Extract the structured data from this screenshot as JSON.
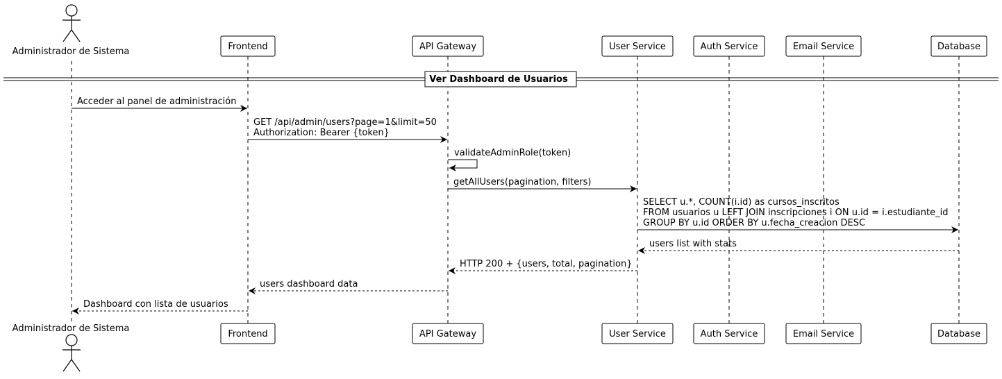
{
  "participants": [
    {
      "id": "admin",
      "label": "Administrador de Sistema",
      "kind": "actor"
    },
    {
      "id": "frontend",
      "label": "Frontend",
      "kind": "participant"
    },
    {
      "id": "gateway",
      "label": "API Gateway",
      "kind": "participant"
    },
    {
      "id": "user",
      "label": "User Service",
      "kind": "participant"
    },
    {
      "id": "auth",
      "label": "Auth Service",
      "kind": "participant"
    },
    {
      "id": "email",
      "label": "Email Service",
      "kind": "participant"
    },
    {
      "id": "db",
      "label": "Database",
      "kind": "participant"
    }
  ],
  "section": {
    "title": "Ver Dashboard de Usuarios"
  },
  "messages": [
    {
      "from": "admin",
      "to": "frontend",
      "style": "solid",
      "lines": [
        "Acceder al panel de administración"
      ]
    },
    {
      "from": "frontend",
      "to": "gateway",
      "style": "solid",
      "lines": [
        "GET /api/admin/users?page=1&limit=50",
        "Authorization: Bearer {token}"
      ]
    },
    {
      "from": "gateway",
      "to": "gateway",
      "style": "solid",
      "lines": [
        "validateAdminRole(token)"
      ]
    },
    {
      "from": "gateway",
      "to": "user",
      "style": "solid",
      "lines": [
        "getAllUsers(pagination, filters)"
      ]
    },
    {
      "from": "user",
      "to": "db",
      "style": "solid",
      "lines": [
        "SELECT u.*, COUNT(i.id) as cursos_inscritos",
        "FROM usuarios u LEFT JOIN inscripciones i ON u.id = i.estudiante_id",
        "GROUP BY u.id ORDER BY u.fecha_creacion DESC"
      ]
    },
    {
      "from": "db",
      "to": "user",
      "style": "dashed",
      "lines": [
        "users list with stats"
      ]
    },
    {
      "from": "user",
      "to": "gateway",
      "style": "dashed",
      "lines": [
        "HTTP 200 + {users, total, pagination}"
      ]
    },
    {
      "from": "gateway",
      "to": "frontend",
      "style": "dashed",
      "lines": [
        "users dashboard data"
      ]
    },
    {
      "from": "frontend",
      "to": "admin",
      "style": "dashed",
      "lines": [
        "Dashboard con lista de usuarios"
      ]
    }
  ]
}
